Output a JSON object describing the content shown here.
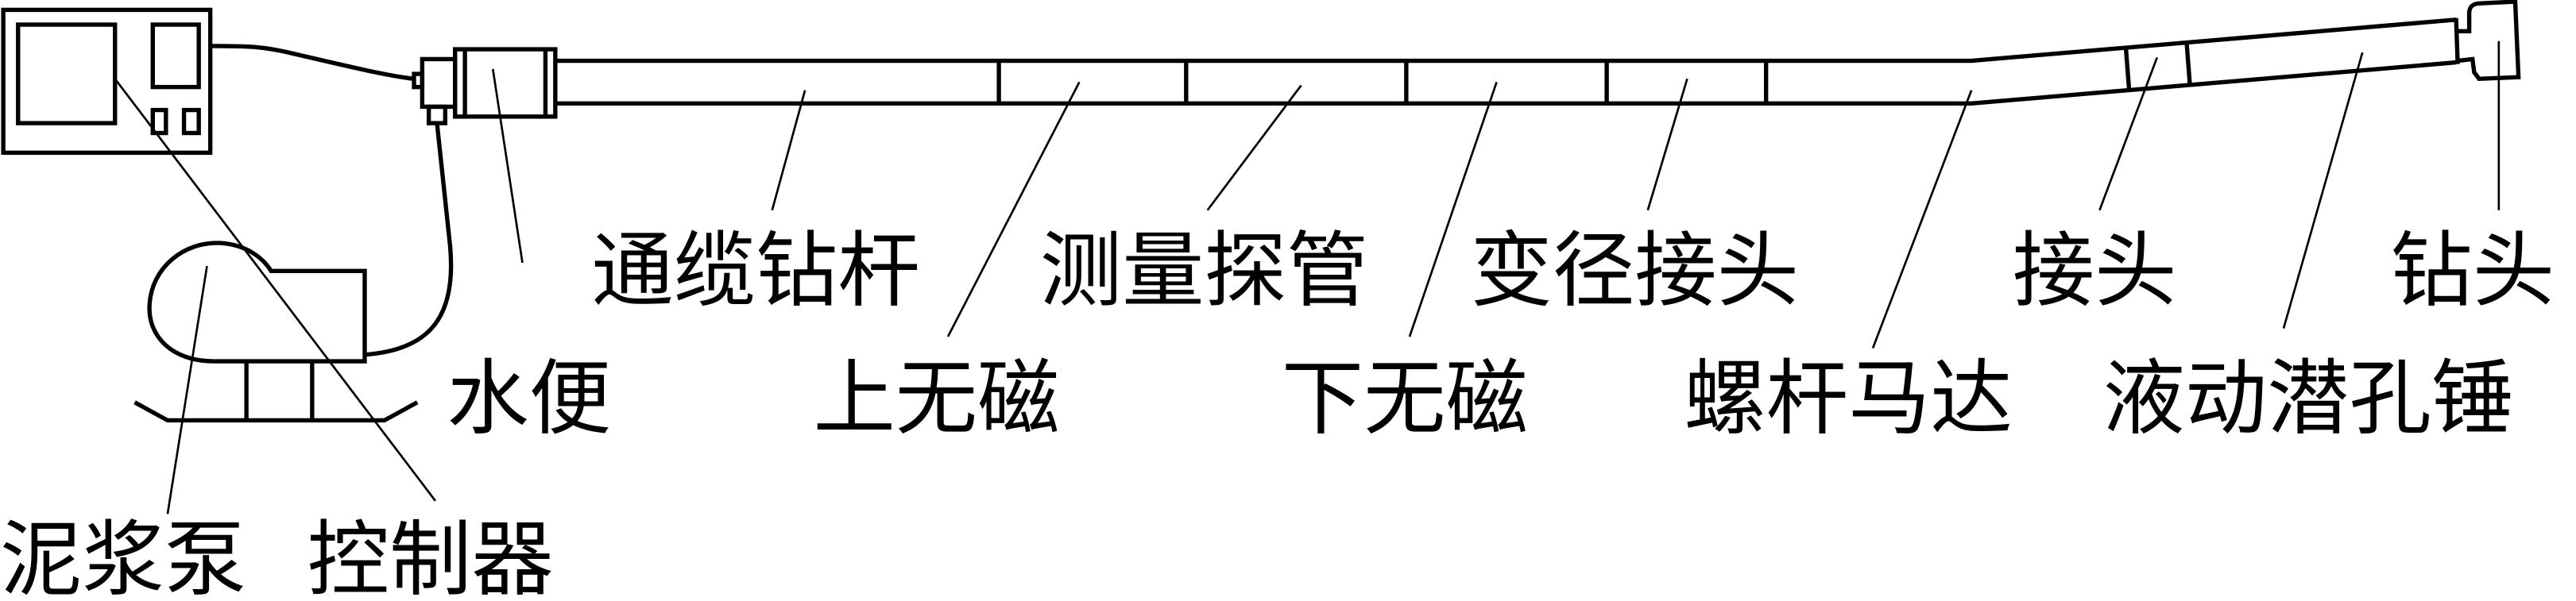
{
  "title": "水平定向钻进系统组成示意图",
  "labels": {
    "drill_rod": "通缆钻杆",
    "probe": "测量探管",
    "reducer": "变径接头",
    "joint": "接头",
    "bit": "钻头",
    "swivel": "水便",
    "upper_nonmag": "上无磁",
    "lower_nonmag": "下无磁",
    "motor": "螺杆马达",
    "hammer": "液动潜孔锤",
    "pump": "泥浆泵",
    "controller": "控制器"
  }
}
